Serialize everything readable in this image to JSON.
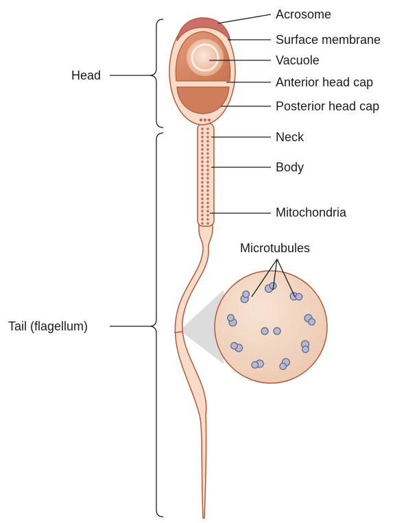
{
  "labels": {
    "head": "Head",
    "tail": "Tail (flagellum)",
    "acrosome": "Acrosome",
    "surface_membrane": "Surface membrane",
    "vacuole": "Vacuole",
    "anterior_head_cap": "Anterior head cap",
    "posterior_head_cap": "Posterior head cap",
    "neck": "Neck",
    "body": "Body",
    "mitochondria": "Mitochondria",
    "microtubules": "Microtubules"
  },
  "colors": {
    "outline": "#b5573a",
    "membrane_fill": "#f7dcc8",
    "head_fill": "#d88a66",
    "acrosome_fill": "#cc6f6a",
    "vacuole_fill": "#efc4aa",
    "mitochondria_dot": "#cc5b56",
    "cross_section_fill": "#f2d6c2",
    "microtubule_fill": "#b4bad3",
    "microtubule_stroke": "#5c6183",
    "leader_line": "#1a1a1a",
    "zoom_cone": "#d8d8d8"
  },
  "cross_section": {
    "outer_doublets": 9,
    "central_singlets": 2
  }
}
